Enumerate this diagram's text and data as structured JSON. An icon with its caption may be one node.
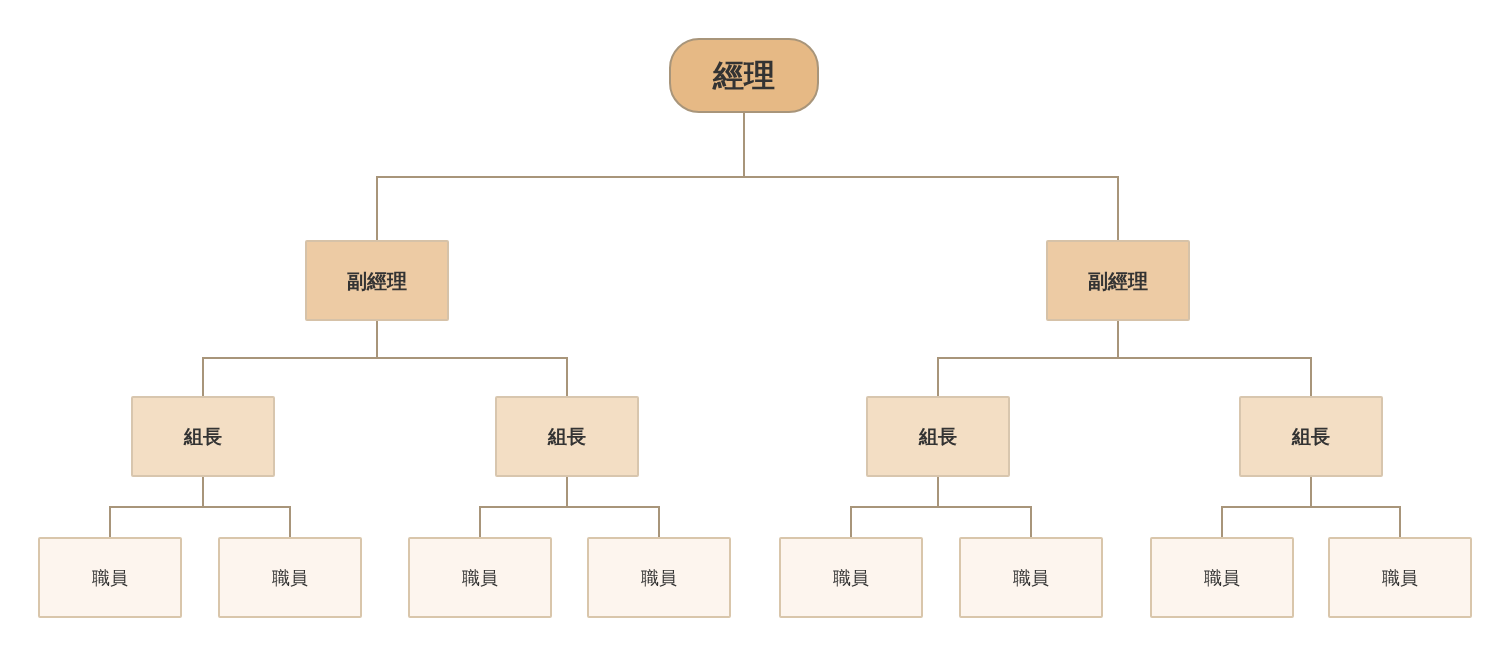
{
  "diagram": {
    "nodes": [
      {
        "text": [
          "經理"
        ]
      },
      {
        "text": [
          "副經理"
        ]
      },
      {
        "text": [
          "副經理"
        ]
      },
      {
        "text": [
          "組長"
        ]
      },
      {
        "text": [
          "組長"
        ]
      },
      {
        "text": [
          "組長"
        ]
      },
      {
        "text": [
          "組長"
        ]
      },
      {
        "text": [
          "職員"
        ]
      },
      {
        "text": [
          "職員"
        ]
      },
      {
        "text": [
          "職員"
        ]
      },
      {
        "text": [
          "職員"
        ]
      },
      {
        "text": [
          "職員"
        ]
      },
      {
        "text": [
          "職員"
        ]
      },
      {
        "text": [
          "職員"
        ]
      },
      {
        "text": [
          "職員"
        ]
      }
    ],
    "edges": [
      {
        "from": 0,
        "to": 1,
        "arrow": "none"
      },
      {
        "from": 0,
        "to": 2,
        "arrow": "none"
      },
      {
        "from": 1,
        "to": 3,
        "arrow": "none"
      },
      {
        "from": 1,
        "to": 4,
        "arrow": "none"
      },
      {
        "from": 2,
        "to": 5,
        "arrow": "none"
      },
      {
        "from": 2,
        "to": 6,
        "arrow": "none"
      },
      {
        "from": 3,
        "to": 7,
        "arrow": "none"
      },
      {
        "from": 3,
        "to": 8,
        "arrow": "none"
      },
      {
        "from": 4,
        "to": 9,
        "arrow": "none"
      },
      {
        "from": 4,
        "to": 10,
        "arrow": "none"
      },
      {
        "from": 5,
        "to": 11,
        "arrow": "none"
      },
      {
        "from": 5,
        "to": 12,
        "arrow": "none"
      },
      {
        "from": 6,
        "to": 13,
        "arrow": "none"
      },
      {
        "from": 6,
        "to": 14,
        "arrow": "none"
      }
    ]
  }
}
